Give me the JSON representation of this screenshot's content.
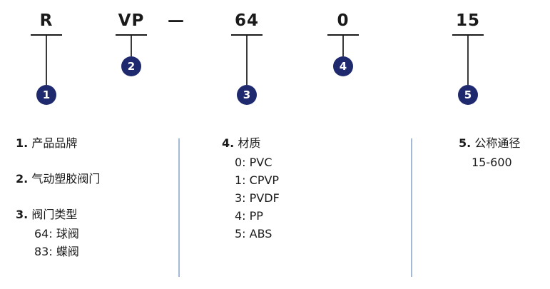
{
  "colors": {
    "badge": "#1e2a6d",
    "ink": "#1a1a1a",
    "divider": "#a3b9d6"
  },
  "code": {
    "separator": "—",
    "parts": [
      {
        "label": "R",
        "badge": "1"
      },
      {
        "label": "VP",
        "badge": "2"
      },
      {
        "label": "64",
        "badge": "3"
      },
      {
        "label": "0",
        "badge": "4"
      },
      {
        "label": "15",
        "badge": "5"
      }
    ]
  },
  "legend": {
    "col1": [
      {
        "num": "1.",
        "title": "产品品牌"
      },
      {
        "num": "2.",
        "title": "气动塑胶阀门"
      },
      {
        "num": "3.",
        "title": "阀门类型",
        "subs": [
          "64: 球阀",
          "83: 蝶阀"
        ]
      }
    ],
    "col2": [
      {
        "num": "4.",
        "title": "材质",
        "subs": [
          "0: PVC",
          "1: CPVP",
          "3: PVDF",
          "4: PP",
          "5: ABS"
        ]
      }
    ],
    "col3": [
      {
        "num": "5.",
        "title": "公称通径",
        "subs": [
          "15-600"
        ]
      }
    ]
  }
}
